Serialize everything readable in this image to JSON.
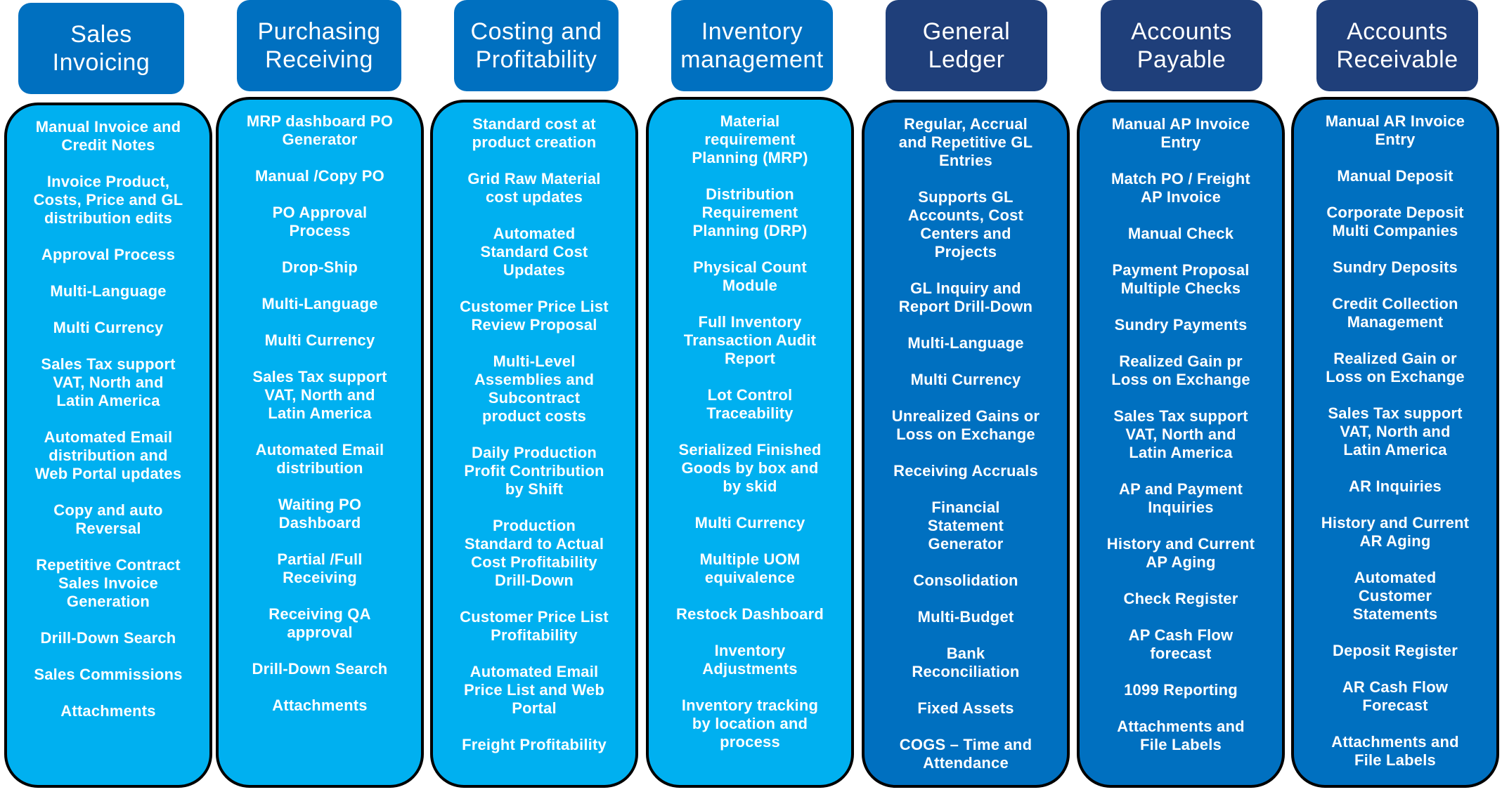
{
  "colors": {
    "header_light": "#0070c0",
    "panel_light": "#00b0f0",
    "header_dark": "#1f3f7a",
    "panel_dark": "#0070c0",
    "text": "#ffffff",
    "border": "#000000"
  },
  "columns": [
    {
      "title": "Sales\nInvoicing",
      "items": [
        "Manual Invoice and\nCredit Notes",
        "Invoice Product,\nCosts, Price and GL\ndistribution edits",
        "Approval Process",
        "Multi-Language",
        "Multi Currency",
        "Sales Tax support\nVAT, North and\nLatin America",
        "Automated Email\ndistribution and\nWeb Portal updates",
        "Copy and auto\nReversal",
        "Repetitive Contract\nSales Invoice\nGeneration",
        "Drill-Down Search",
        "Sales Commissions",
        "Attachments"
      ]
    },
    {
      "title": "Purchasing\nReceiving",
      "items": [
        "MRP dashboard PO\nGenerator",
        "Manual /Copy  PO",
        "PO Approval\nProcess",
        "Drop-Ship",
        "Multi-Language",
        "Multi Currency",
        "Sales Tax support\nVAT, North and\nLatin America",
        "Automated Email\ndistribution",
        "Waiting PO\nDashboard",
        "Partial /Full\nReceiving",
        "Receiving QA\napproval",
        "Drill-Down Search",
        "Attachments"
      ]
    },
    {
      "title": "Costing and\nProfitability",
      "items": [
        "Standard cost at\nproduct creation",
        "Grid Raw Material\ncost updates",
        "Automated\nStandard Cost\nUpdates",
        "Customer Price List\nReview Proposal",
        "Multi-Level\nAssemblies and\nSubcontract\nproduct costs",
        "Daily Production\nProfit Contribution\nby Shift",
        "Production\nStandard to Actual\nCost Profitability\nDrill-Down",
        "Customer Price List\nProfitability",
        "Automated Email\nPrice List and Web\nPortal",
        "Freight Profitability"
      ]
    },
    {
      "title": "Inventory\nmanagement",
      "items": [
        "Material\nrequirement\nPlanning (MRP)",
        "Distribution\nRequirement\nPlanning (DRP)",
        "Physical Count\nModule",
        "Full Inventory\nTransaction Audit\nReport",
        "Lot Control\nTraceability",
        "Serialized Finished\nGoods by box and\nby skid",
        "Multi Currency",
        "Multiple UOM\nequivalence",
        "Restock Dashboard",
        "Inventory\nAdjustments",
        "Inventory tracking\nby location and\nprocess"
      ]
    },
    {
      "title": "General\nLedger",
      "items": [
        "Regular, Accrual\nand Repetitive GL\nEntries",
        "Supports GL\nAccounts, Cost\nCenters and\nProjects",
        "GL Inquiry and\nReport  Drill-Down",
        "Multi-Language",
        "Multi Currency",
        "Unrealized Gains or\nLoss on Exchange",
        "Receiving Accruals",
        "Financial\nStatement\nGenerator",
        "Consolidation",
        "Multi-Budget",
        "Bank\nReconciliation",
        "Fixed Assets",
        "COGS – Time and\nAttendance"
      ]
    },
    {
      "title": "Accounts\nPayable",
      "items": [
        "Manual AP Invoice\nEntry",
        "Match  PO / Freight\nAP Invoice",
        "Manual Check",
        "Payment Proposal\nMultiple Checks",
        "Sundry Payments",
        "Realized Gain pr\nLoss on Exchange",
        "Sales Tax support\nVAT, North and\nLatin America",
        "AP and Payment\nInquiries",
        "History and Current\nAP Aging",
        "Check Register",
        "AP Cash Flow\nforecast",
        "1099 Reporting",
        "Attachments and\nFile Labels"
      ]
    },
    {
      "title": "Accounts\nReceivable",
      "items": [
        "Manual AR Invoice\nEntry",
        "Manual Deposit",
        "Corporate Deposit\nMulti Companies",
        "Sundry Deposits",
        "Credit Collection\nManagement",
        "Realized Gain or\nLoss on Exchange",
        "Sales Tax support\nVAT, North and\nLatin America",
        "AR Inquiries",
        "History and Current\nAR Aging",
        "Automated\nCustomer\nStatements",
        "Deposit Register",
        "AR Cash Flow\nForecast",
        "Attachments and\nFile Labels"
      ]
    }
  ]
}
